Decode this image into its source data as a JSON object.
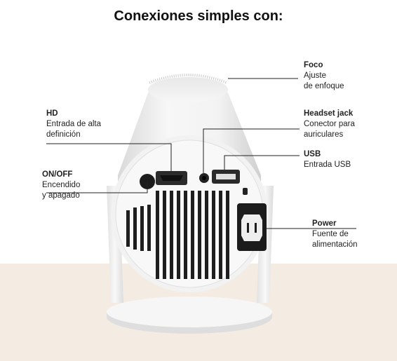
{
  "title": "Conexiones simples con:",
  "labels": {
    "foco": {
      "title": "Foco",
      "line1": "Ajuste",
      "line2": "de enfoque"
    },
    "hd": {
      "title": "HD",
      "line1": "Entrada de alta",
      "line2": "definición"
    },
    "headset": {
      "title": "Headset jack",
      "line1": "Conector para",
      "line2": "auriculares"
    },
    "usb": {
      "title": "USB",
      "line1": "Entrada USB"
    },
    "onoff": {
      "title": "ON/OFF",
      "line1": "Encendido",
      "line2": "y apagado"
    },
    "power": {
      "title": "Power",
      "line1": "Fuente de",
      "line2": "alimentación"
    }
  },
  "colors": {
    "background_top": "#ffffff",
    "background_bottom": "#f4ece2",
    "device_body": "#f2f2f2",
    "panel_dark": "#1e1e1e",
    "text": "#222222"
  }
}
